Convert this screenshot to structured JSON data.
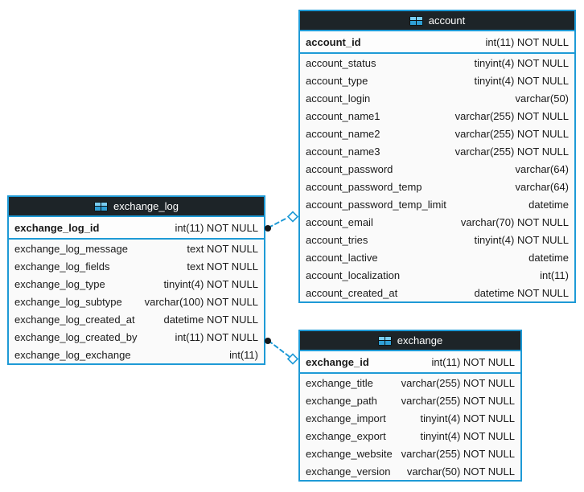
{
  "diagram_type": "database-eer-diagram",
  "colors": {
    "accent": "#1e9ad6",
    "header_bg": "#1d2428",
    "body_bg": "#fafafa",
    "pk_bg": "#fdfdfd",
    "text": "#1a1a1a",
    "header_text": "#ffffff",
    "dot": "#14181b"
  },
  "tables": {
    "exchange_log": {
      "title": "exchange_log",
      "icon": "table-icon",
      "pk": {
        "name": "exchange_log_id",
        "type": "int(11) NOT NULL"
      },
      "columns": [
        {
          "name": "exchange_log_message",
          "type": "text NOT NULL"
        },
        {
          "name": "exchange_log_fields",
          "type": "text NOT NULL"
        },
        {
          "name": "exchange_log_type",
          "type": "tinyint(4) NOT NULL"
        },
        {
          "name": "exchange_log_subtype",
          "type": "varchar(100) NOT NULL"
        },
        {
          "name": "exchange_log_created_at",
          "type": "datetime NOT NULL"
        },
        {
          "name": "exchange_log_created_by",
          "type": "int(11) NOT NULL"
        },
        {
          "name": "exchange_log_exchange",
          "type": "int(11)"
        }
      ]
    },
    "account": {
      "title": "account",
      "icon": "table-icon",
      "pk": {
        "name": "account_id",
        "type": "int(11) NOT NULL"
      },
      "columns": [
        {
          "name": "account_status",
          "type": "tinyint(4) NOT NULL"
        },
        {
          "name": "account_type",
          "type": "tinyint(4) NOT NULL"
        },
        {
          "name": "account_login",
          "type": "varchar(50)"
        },
        {
          "name": "account_name1",
          "type": "varchar(255) NOT NULL"
        },
        {
          "name": "account_name2",
          "type": "varchar(255) NOT NULL"
        },
        {
          "name": "account_name3",
          "type": "varchar(255) NOT NULL"
        },
        {
          "name": "account_password",
          "type": "varchar(64)"
        },
        {
          "name": "account_password_temp",
          "type": "varchar(64)"
        },
        {
          "name": "account_password_temp_limit",
          "type": "datetime"
        },
        {
          "name": "account_email",
          "type": "varchar(70) NOT NULL"
        },
        {
          "name": "account_tries",
          "type": "tinyint(4) NOT NULL"
        },
        {
          "name": "account_lactive",
          "type": "datetime"
        },
        {
          "name": "account_localization",
          "type": "int(11)"
        },
        {
          "name": "account_created_at",
          "type": "datetime NOT NULL"
        }
      ]
    },
    "exchange": {
      "title": "exchange",
      "icon": "table-icon",
      "pk": {
        "name": "exchange_id",
        "type": "int(11) NOT NULL"
      },
      "columns": [
        {
          "name": "exchange_title",
          "type": "varchar(255) NOT NULL"
        },
        {
          "name": "exchange_path",
          "type": "varchar(255) NOT NULL"
        },
        {
          "name": "exchange_import",
          "type": "tinyint(4) NOT NULL"
        },
        {
          "name": "exchange_export",
          "type": "tinyint(4) NOT NULL"
        },
        {
          "name": "exchange_website",
          "type": "varchar(255) NOT NULL"
        },
        {
          "name": "exchange_version",
          "type": "varchar(50) NOT NULL"
        }
      ]
    }
  },
  "relationships": [
    {
      "from_table": "exchange_log",
      "to_table": "account",
      "line_style": "dashed"
    },
    {
      "from_table": "exchange_log",
      "to_table": "exchange",
      "line_style": "dashed"
    }
  ]
}
